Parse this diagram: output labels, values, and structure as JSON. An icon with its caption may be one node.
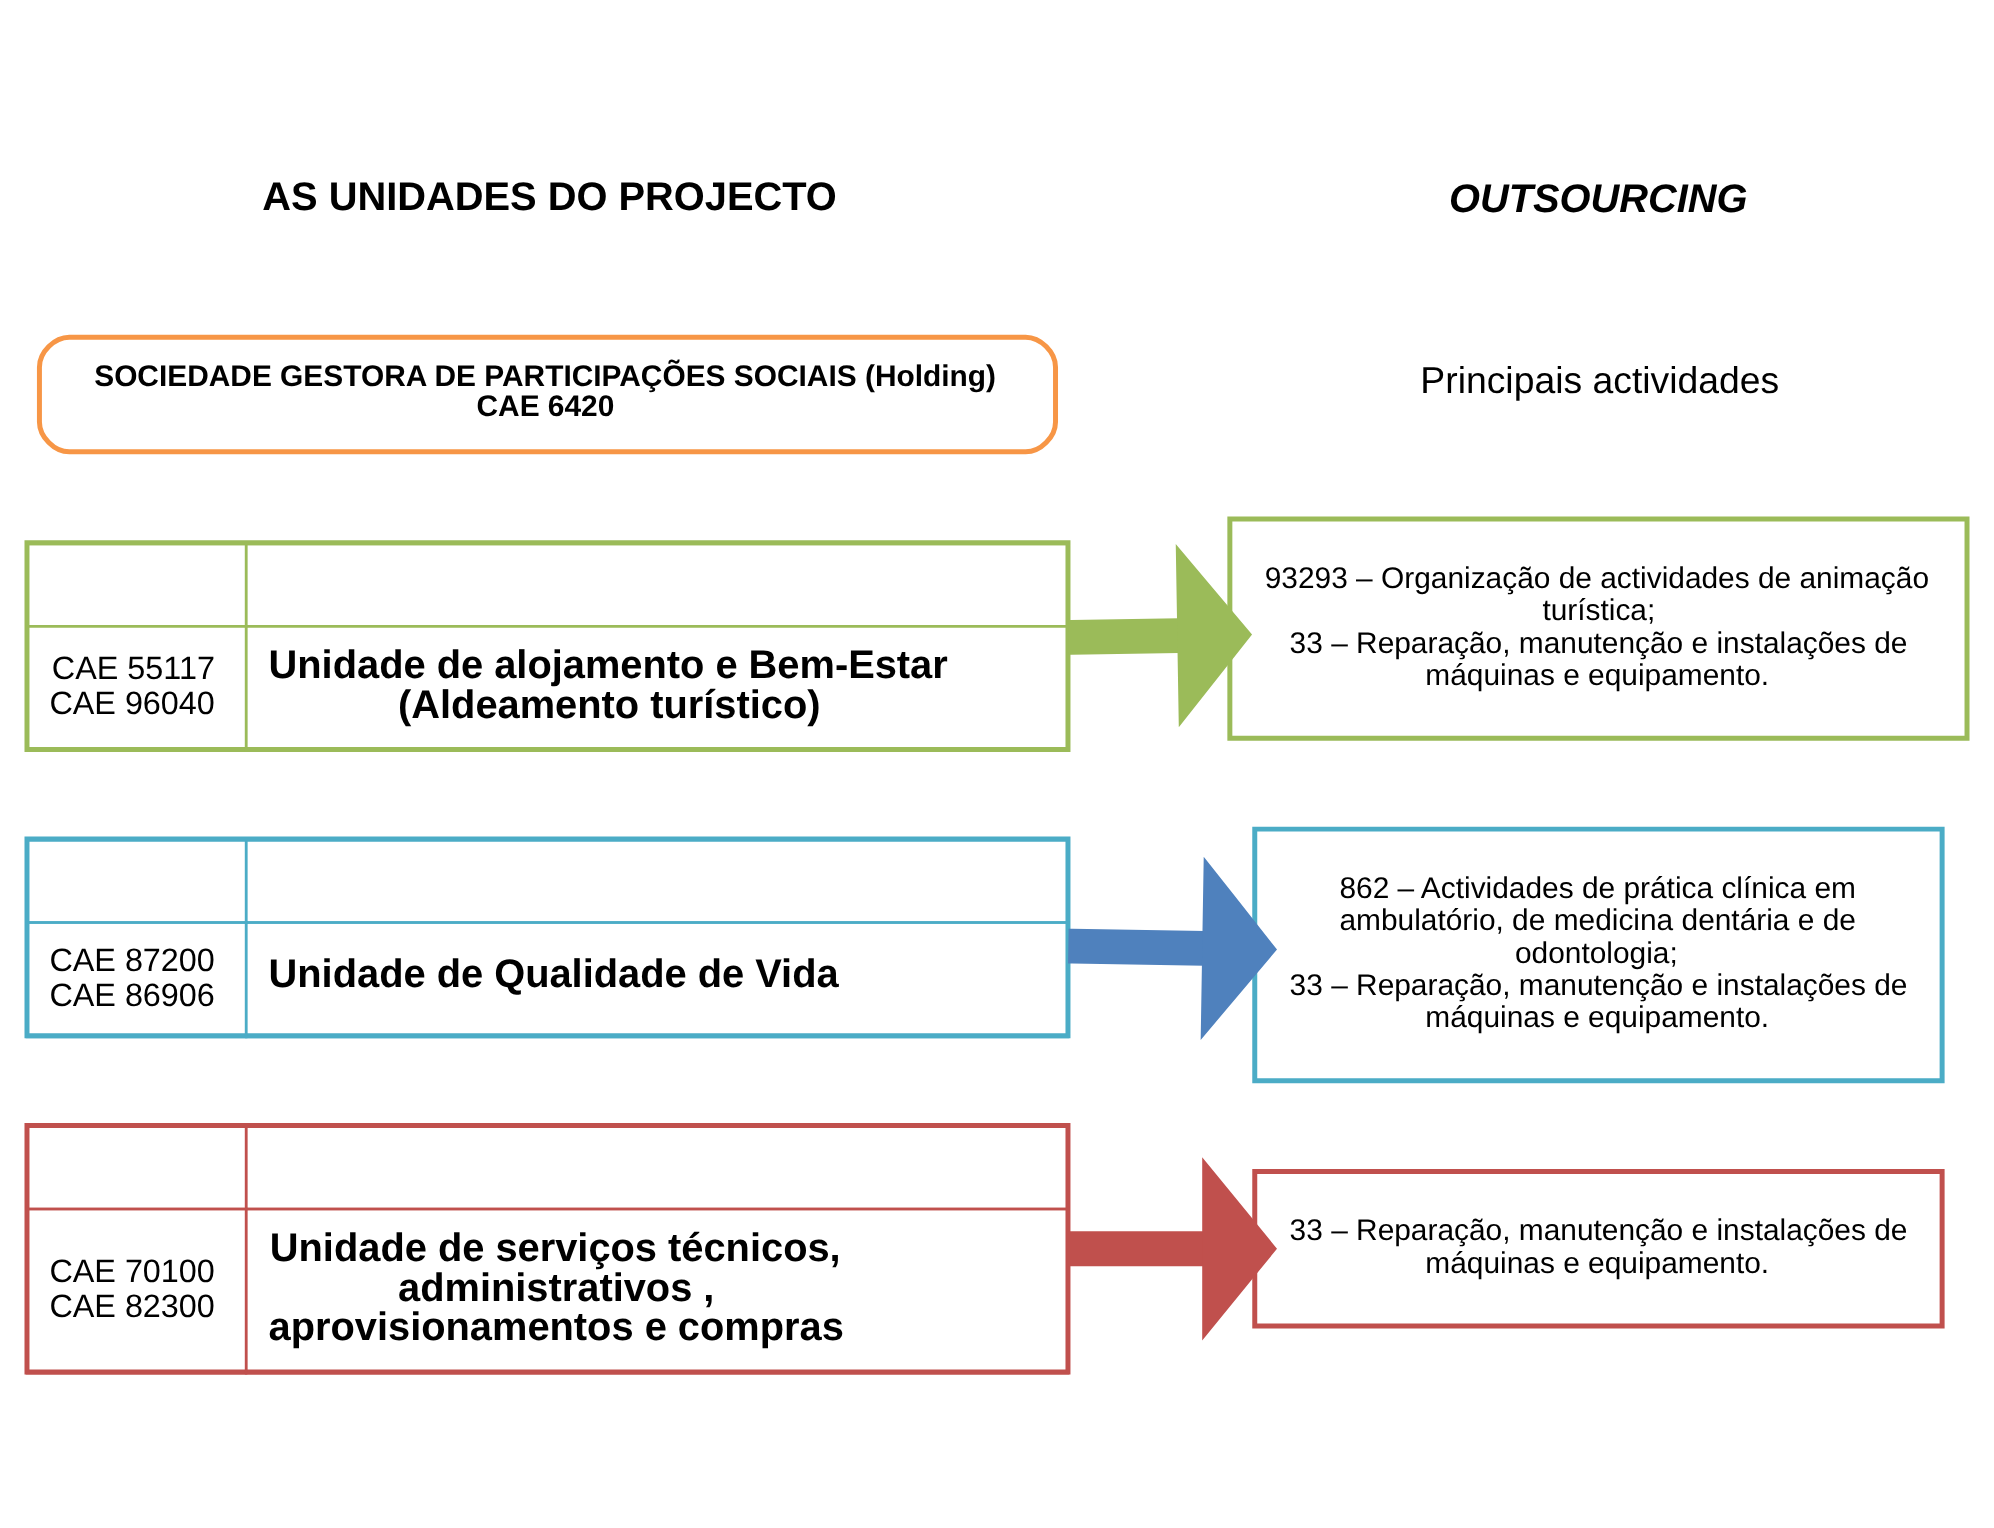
{
  "diagram": {
    "nodes": [
      {
        "text": [
          "SOCIEDADE GESTORA DE PARTICIPAÇÕES SOCIAIS (Holding)",
          "CAE 6420"
        ]
      },
      {
        "text": [
          "CAE 55117",
          "CAE 96040",
          "Unidade de alojamento e Bem-Estar (Aldeamento turístico)"
        ]
      },
      {
        "text": [
          "93293 – Organização de actividades de animação turística;",
          "33 – Reparação, manutenção e instalações de máquinas e equipamento."
        ]
      },
      {
        "text": [
          "CAE 87200",
          "CAE 86906",
          "Unidade de Qualidade de Vida"
        ]
      },
      {
        "text": [
          "862 – Actividades de prática clínica em ambulatório, de medicina dentária e de odontologia;",
          "33 – Reparação, manutenção e instalações de máquinas e equipamento."
        ]
      },
      {
        "text": [
          "CAE 70100",
          "CAE 82300",
          "Unidade de serviços técnicos, administrativos , aprovisionamentos e compras"
        ]
      },
      {
        "text": [
          "33 – Reparação, manutenção e instalações de máquinas e equipamento."
        ]
      }
    ],
    "edges": [
      {
        "from": 1,
        "to": 2,
        "arrow": "to",
        "color": "#9bbb59"
      },
      {
        "from": 3,
        "to": 4,
        "arrow": "to",
        "color": "#4f81bd"
      },
      {
        "from": 5,
        "to": 6,
        "arrow": "to",
        "color": "#c0504d"
      }
    ],
    "labels": [
      "AS UNIDADES DO PROJECTO",
      "OUTSOURCING",
      "Principais actividades"
    ]
  }
}
